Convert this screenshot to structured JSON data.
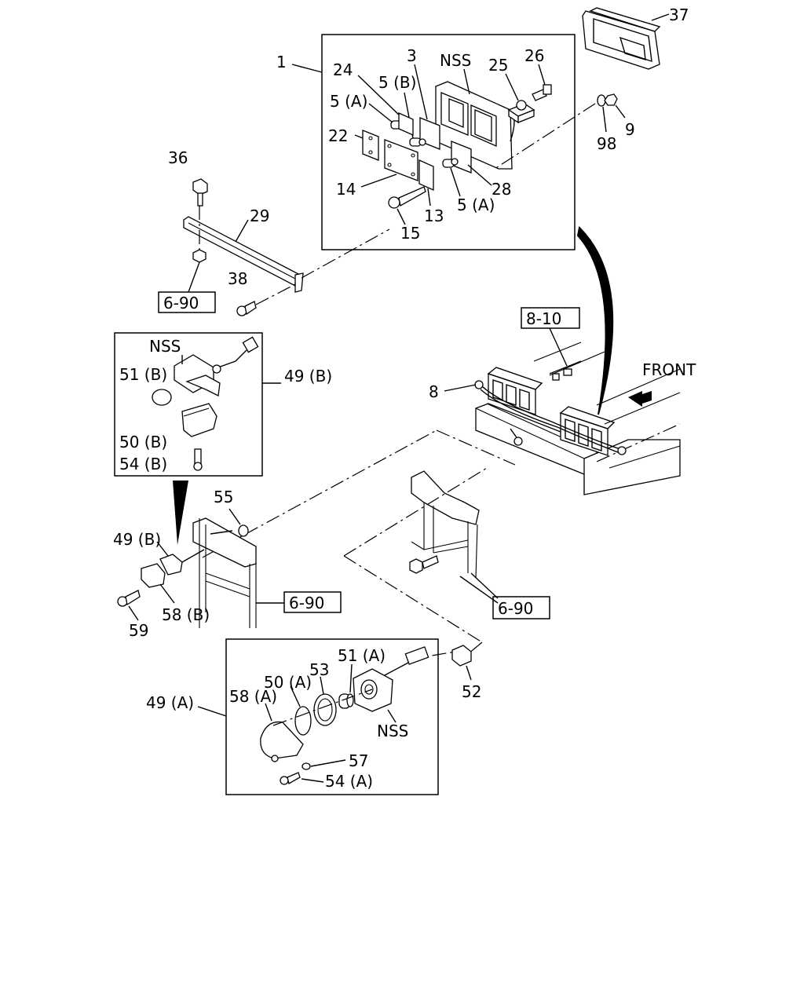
{
  "callouts": {
    "c1": "1",
    "c3": "3",
    "c5a_top": "5 (A)",
    "c5b": "5 (B)",
    "c5a_bot": "5 (A)",
    "c8": "8",
    "c9": "9",
    "c13": "13",
    "c14": "14",
    "c15": "15",
    "c22": "22",
    "c24": "24",
    "c25": "25",
    "c26": "26",
    "c28": "28",
    "c29": "29",
    "c36": "36",
    "c37": "37",
    "c38": "38",
    "c98": "98",
    "c49b_box": "49 (B)",
    "c49b_assy": "49 (B)",
    "c50b": "50 (B)",
    "c51b": "51 (B)",
    "c54b": "54 (B)",
    "c55": "55",
    "c58b": "58 (B)",
    "c59": "59",
    "c49a": "49 (A)",
    "c50a": "50 (A)",
    "c51a": "51 (A)",
    "c52": "52",
    "c53": "53",
    "c54a": "54 (A)",
    "c57": "57",
    "c58a": "58 (A)",
    "nss_top": "NSS",
    "nss_49b": "NSS",
    "nss_49a": "NSS"
  },
  "refs": {
    "r_6_90_a": "6-90",
    "r_6_90_b": "6-90",
    "r_6_90_c": "6-90",
    "r_8_10": "8-10"
  },
  "front_label": "FRONT",
  "icons": {
    "front_arrow": "right-arrow-icon"
  }
}
